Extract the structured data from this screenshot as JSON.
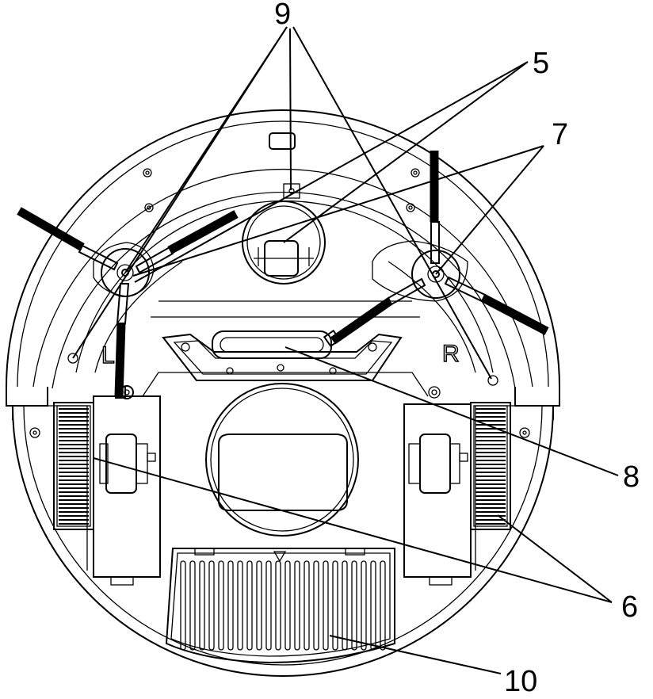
{
  "figure": {
    "colors": {
      "line": "#000000",
      "background": "#ffffff"
    },
    "side_markers": {
      "left": "L",
      "right": "R"
    },
    "callouts": [
      {
        "id": "9",
        "label": "9"
      },
      {
        "id": "5",
        "label": "5"
      },
      {
        "id": "7",
        "label": "7"
      },
      {
        "id": "8",
        "label": "8"
      },
      {
        "id": "6",
        "label": "6"
      },
      {
        "id": "10",
        "label": "10"
      }
    ]
  }
}
